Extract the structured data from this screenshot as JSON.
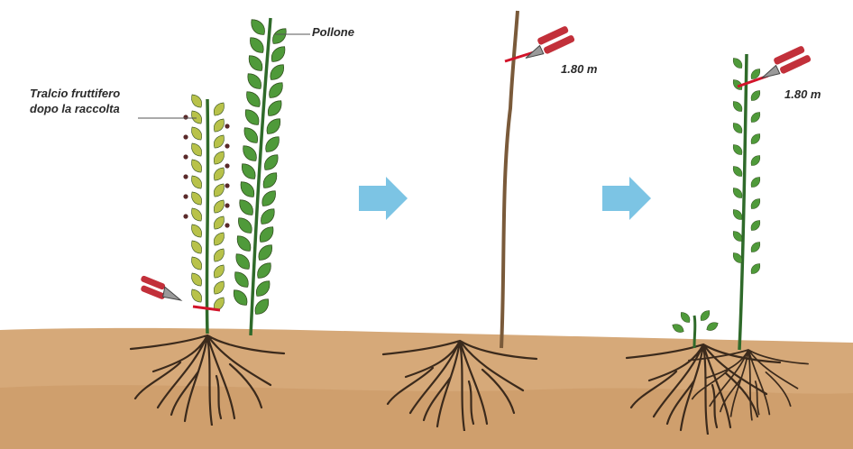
{
  "labels": {
    "fruiting_cane_line1": "Tralcio fruttifero",
    "fruiting_cane_line2": "dopo la raccolta",
    "primocane": "Pollone",
    "height_stage2": "1.80 m",
    "height_stage3": "1.80 m"
  },
  "icons": {
    "scissors": "pruning-shears-icon",
    "arrow": "right-arrow-icon"
  },
  "colors": {
    "soil": "#d6a979",
    "soil_dark": "#c7935f",
    "roots": "#3b2a1c",
    "stem_green": "#2f6a2a",
    "stem_brown": "#7a5a3a",
    "leaf_green": "#4f9a3a",
    "leaf_yellow": "#b8c24a",
    "berry": "#5a2a2a",
    "arrow": "#7cc4e4",
    "shears": "#c2303a",
    "cut_mark": "#d2142a"
  }
}
